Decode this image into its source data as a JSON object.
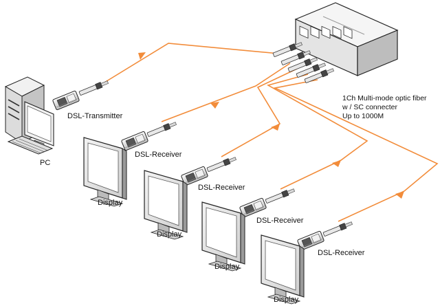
{
  "labels": {
    "transmitter": "DSL-Transmitter",
    "pc": "PC",
    "receiver": "DSL-Receiver",
    "display": "Display"
  },
  "fiber_note": {
    "line1": "1Ch Multi-mode optic fiber",
    "line2": "w / SC connecter",
    "line3": "Up to 1000M"
  },
  "colors": {
    "fiber": "#f28c3a",
    "outline": "#222222"
  }
}
